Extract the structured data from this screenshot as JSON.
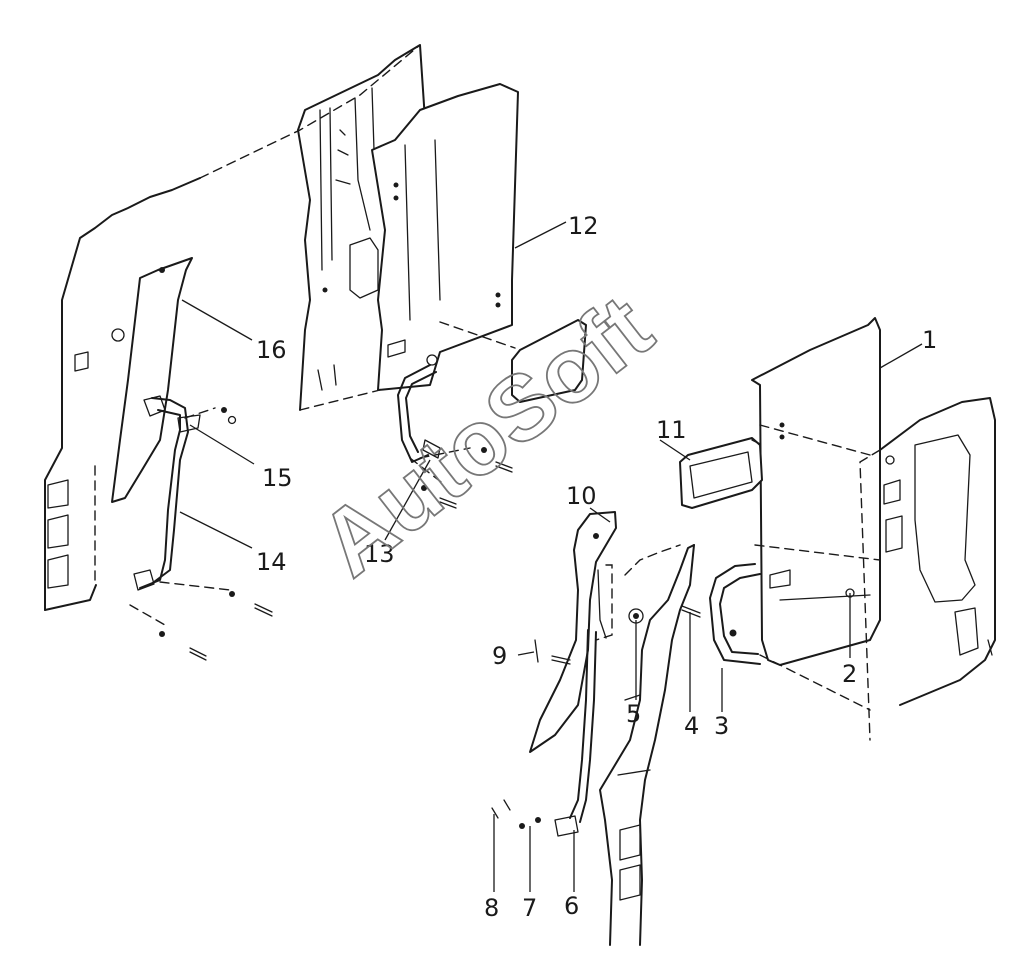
{
  "diagram": {
    "watermark": "AutoSoft",
    "callouts": {
      "c1": "1",
      "c2": "2",
      "c3": "3",
      "c4": "4",
      "c5": "5",
      "c6": "6",
      "c7": "7",
      "c8": "8",
      "c9": "9",
      "c10": "10",
      "c11": "11",
      "c12": "12",
      "c13": "13",
      "c14": "14",
      "c15": "15",
      "c16": "16"
    }
  }
}
